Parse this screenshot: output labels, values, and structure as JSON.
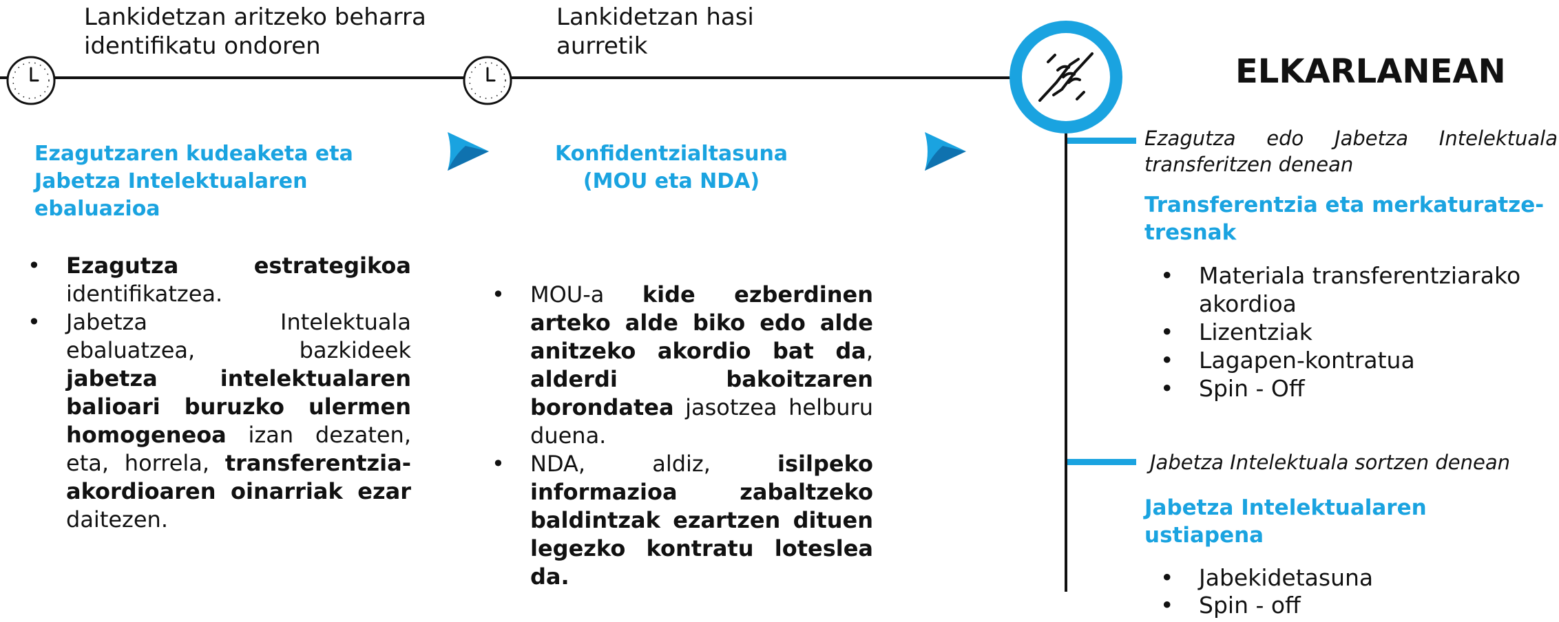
{
  "colors": {
    "accent": "#1aa3e0",
    "text": "#111111",
    "line": "#111111"
  },
  "timeline": {
    "step1_note_l1": "Lankidetzan aritzeko beharra",
    "step1_note_l2": "identifikatu ondoren",
    "step2_note_l1": "Lankidetzan hasi",
    "step2_note_l2": "aurretik",
    "clock_icon": "clock-icon",
    "handshake_icon": "handshake-icon"
  },
  "col1": {
    "heading_l1": "Ezagutzaren kudeaketa eta",
    "heading_l2": "Jabetza Intelektualaren",
    "heading_l3": "ebaluazioa",
    "b1_bold": "Ezagutza estrategikoa",
    "b1_rest": "identifikatzea.",
    "b2_p1": "Jabetza Intelektuala ebaluatzea, bazkideek",
    "b2_bold1": "jabetza intelektualaren balioari buruzko ulermen homogeneoa",
    "b2_p2": "izan dezaten, eta, horrela,",
    "b2_bold2": "transferentzia-akordioaren oinarriak ezar",
    "b2_p3": "daitezen."
  },
  "col2": {
    "heading_l1": "Konfidentzialtasuna",
    "heading_l2": "(MOU eta NDA)",
    "b1_p1": "MOU-a",
    "b1_bold1": "kide ezberdinen arteko alde biko edo alde anitzeko akordio bat da",
    "b1_p2": ",",
    "b1_bold2": "alderdi bakoitzaren borondatea",
    "b1_p3": "jasotzea helburu duena.",
    "b2_p1": "NDA, aldiz,",
    "b2_bold": "isilpeko informazioa zabaltzeko baldintzak ezartzen dituen legezko kontratu loteslea da."
  },
  "col3": {
    "title": "ELKARLANEAN",
    "sec1_label_l1": "Ezagutza edo Jabetza Intelektuala",
    "sec1_label_l2": "transferitzen denean",
    "sec1_heading_l1": "Transferentzia eta merkaturatze-",
    "sec1_heading_l2": "tresnak",
    "sec1_items": [
      "Materiala transferentziarako akordioa",
      "Lizentziak",
      "Lagapen-kontratua",
      "Spin - Off"
    ],
    "sec2_label": "Jabetza Intelektuala sortzen denean",
    "sec2_heading_l1": "Jabetza Intelektualaren",
    "sec2_heading_l2": "ustiapena",
    "sec2_items": [
      "Jabekidetasuna",
      "Spin - off"
    ]
  }
}
